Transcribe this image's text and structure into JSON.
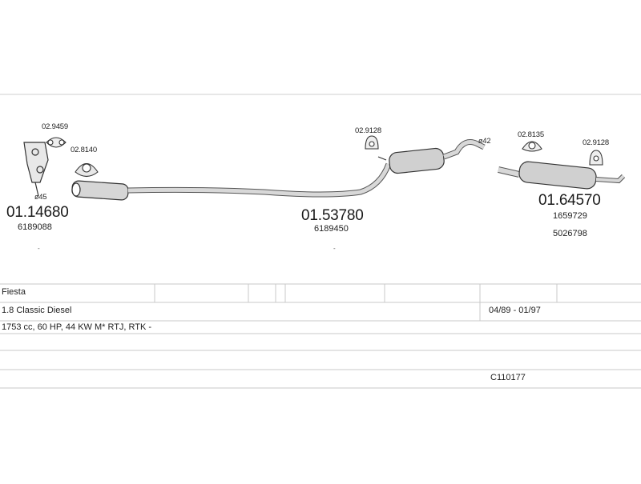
{
  "diagram": {
    "parts": [
      {
        "code": "01.14680",
        "refs": [
          "6189088"
        ],
        "diameter": "ø45",
        "accessories": [
          "02.9459",
          "02.8140"
        ]
      },
      {
        "code": "01.53780",
        "refs": [
          "6189450"
        ],
        "diameter": "",
        "accessories": [
          "02.9128"
        ]
      },
      {
        "code": "01.64570",
        "refs": [
          "1659729",
          "5026798"
        ],
        "diameter": "ø42",
        "accessories": [
          "02.8135",
          "02.9128"
        ]
      }
    ]
  },
  "table": {
    "model": "Fiesta",
    "engine": "1.8 Classic Diesel",
    "date_range": "04/89 - 01/97",
    "specs": "1753 cc, 60 HP, 44 KW M* RTJ, RTK -",
    "catalog_code": "C110177"
  },
  "colors": {
    "line": "#bfbfbf",
    "stroke": "#333333",
    "pipe_fill": "#d0d0d0"
  }
}
